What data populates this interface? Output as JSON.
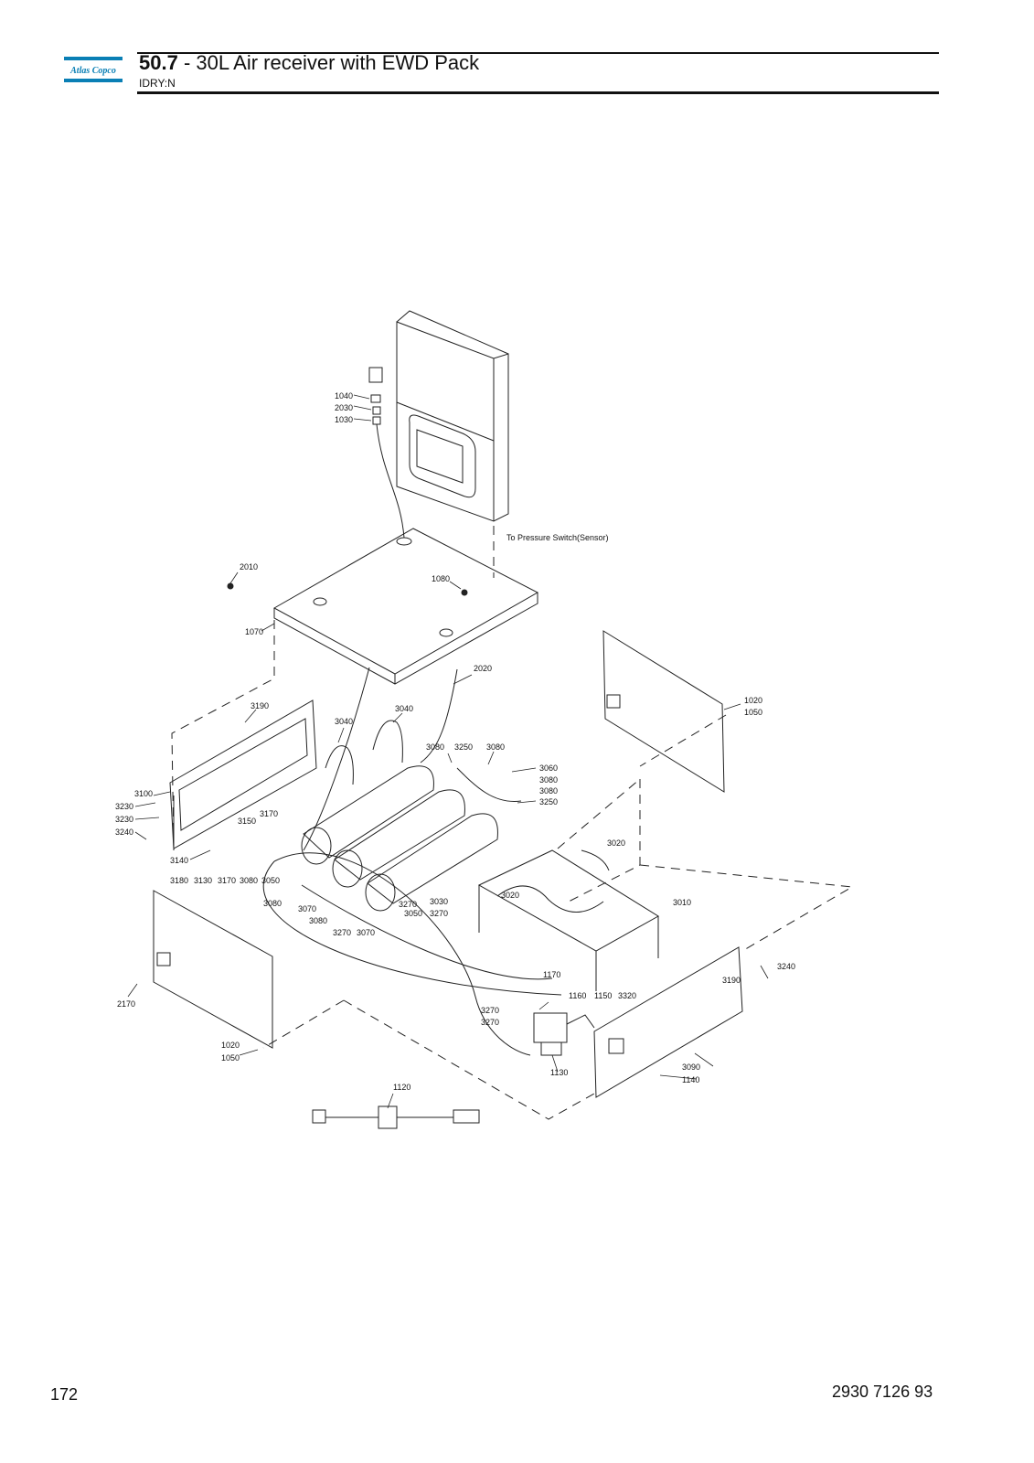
{
  "brand": {
    "name": "Atlas Copco",
    "color": "#0a7fb5"
  },
  "header": {
    "section": "50.7",
    "separator": " - ",
    "title": "30L Air receiver with EWD Pack",
    "subtitle": "IDRY:N"
  },
  "diagram": {
    "annotation": "To Pressure Switch(Sensor)",
    "callouts": [
      "1040",
      "2030",
      "1030",
      "2010",
      "1080",
      "1070",
      "2020",
      "1020",
      "1050",
      "3190",
      "3040",
      "3040",
      "3080",
      "3250",
      "3080",
      "3060",
      "3080",
      "3080",
      "3250",
      "3100",
      "3230",
      "3230",
      "3240",
      "3170",
      "3150",
      "3140",
      "3180",
      "3130",
      "3170",
      "3080",
      "3050",
      "3080",
      "3070",
      "3080",
      "3270",
      "3070",
      "3270",
      "3050",
      "3030",
      "3270",
      "3020",
      "3020",
      "3010",
      "3240",
      "3190",
      "1170",
      "1160",
      "1150",
      "3320",
      "3270",
      "3270",
      "1130",
      "3090",
      "1140",
      "2170",
      "1020",
      "1050",
      "1120"
    ]
  },
  "footer": {
    "page_number": "172",
    "doc_number": "2930 7126 93"
  }
}
